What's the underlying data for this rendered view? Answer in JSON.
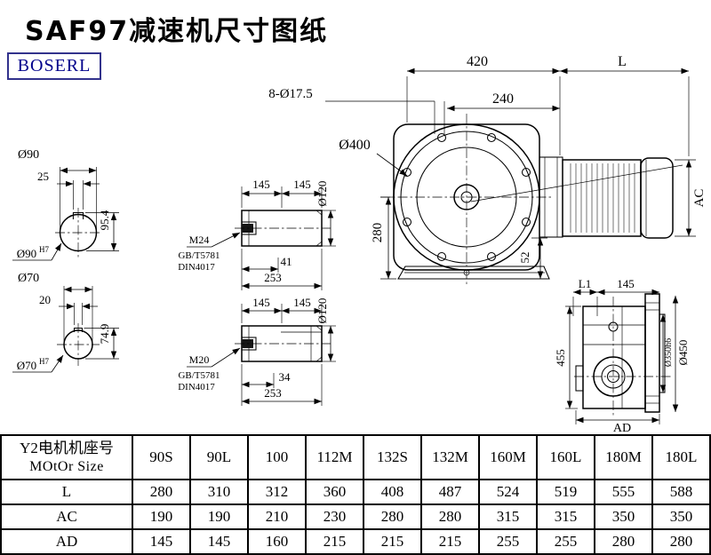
{
  "page": {
    "title": "SAF97减速机尺寸图纸",
    "logo_text": "BOSERL"
  },
  "drawing": {
    "front": {
      "dim_420": "420",
      "dim_L": "L",
      "dim_bolts": "8-Ø17.5",
      "dim_240": "240",
      "dim_d400": "Ø400",
      "dim_280": "280",
      "dim_52": "52",
      "dim_AC": "AC"
    },
    "section_top": {
      "dim_d": "Ø90",
      "dim_key_w": "25",
      "dim_h": "95.4",
      "bore": "Ø90",
      "bore_tol": "H7"
    },
    "section_bottom": {
      "dim_d": "Ø70",
      "dim_key_w": "20",
      "dim_h": "74.9",
      "bore": "Ø70",
      "bore_tol": "H7"
    },
    "shaft_top": {
      "dim_a": "145",
      "dim_b": "145",
      "dim_d": "Ø120",
      "thread": "M24",
      "std1": "GB/T5781",
      "std2": "DIN4017",
      "dim_depth": "41",
      "dim_len": "253"
    },
    "shaft_bottom": {
      "dim_a": "145",
      "dim_b": "145",
      "dim_d": "Ø120",
      "thread": "M20",
      "std1": "GB/T5781",
      "std2": "DIN4017",
      "dim_depth": "34",
      "dim_len": "253"
    },
    "side": {
      "dim_L1": "L1",
      "dim_145": "145",
      "dim_455": "455",
      "dim_spigot": "Ø350h6",
      "dim_flange": "Ø450",
      "dim_AD": "AD"
    }
  },
  "table": {
    "header_cn": "Y2电机机座号",
    "header_en": "MOtOr Size",
    "columns": [
      "90S",
      "90L",
      "100",
      "112M",
      "132S",
      "132M",
      "160M",
      "160L",
      "180M",
      "180L"
    ],
    "rows": [
      {
        "label": "L",
        "values": [
          "280",
          "310",
          "312",
          "360",
          "408",
          "487",
          "524",
          "519",
          "555",
          "588"
        ]
      },
      {
        "label": "AC",
        "values": [
          "190",
          "190",
          "210",
          "230",
          "280",
          "280",
          "315",
          "315",
          "350",
          "350"
        ]
      },
      {
        "label": "AD",
        "values": [
          "145",
          "145",
          "160",
          "215",
          "215",
          "215",
          "255",
          "255",
          "280",
          "280"
        ]
      }
    ]
  }
}
